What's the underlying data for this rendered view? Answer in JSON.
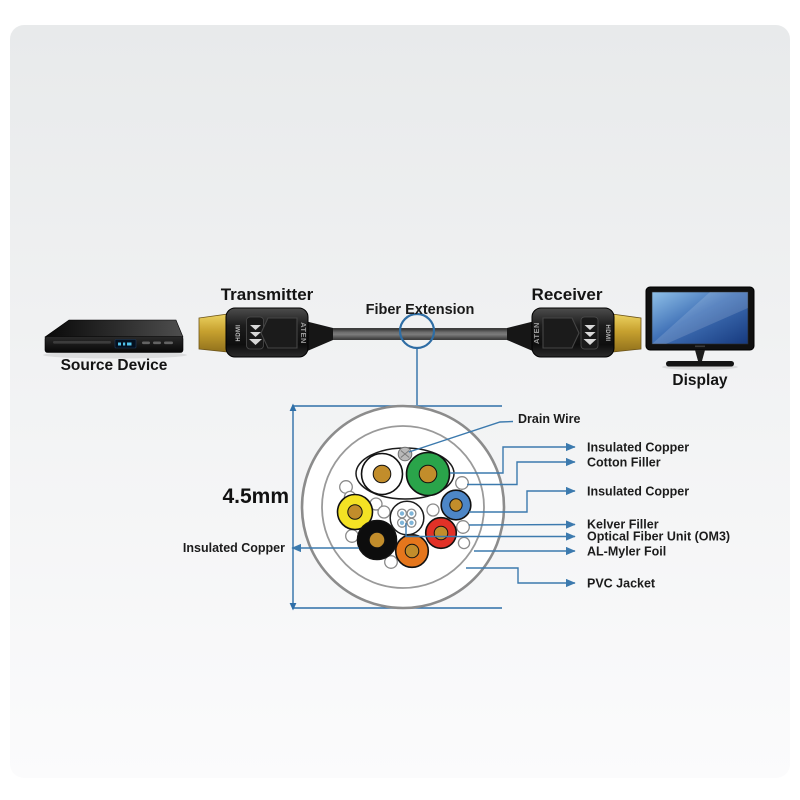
{
  "top": {
    "transmitter_label": "Transmitter",
    "receiver_label": "Receiver",
    "fiber_extension_label": "Fiber Extension",
    "source_device_label": "Source Device",
    "display_label": "Display",
    "connector_brand": "ATEN",
    "connector_port": "HDMI"
  },
  "cross_section": {
    "diameter_label": "4.5mm",
    "callouts_right": {
      "drain_wire": "Drain Wire",
      "insulated_copper_1": "Insulated Copper",
      "cotton_filler": "Cotton Filler",
      "insulated_copper_2": "Insulated Copper",
      "kelver_filler": "Kelver Filler",
      "optical_fiber_unit": "Optical Fiber Unit (OM3)",
      "al_myler_foil": "AL-Myler  Foil",
      "pvc_jacket": "PVC Jacket"
    },
    "callout_left": {
      "insulated_copper": "Insulated Copper"
    }
  },
  "colors": {
    "leader_line": "#3c7aae",
    "gold_core": "#c28d2b",
    "white_wire": "#ffffff",
    "green_wire": "#2aa44a",
    "yellow_wire": "#f4e224",
    "blue_wire": "#4d86c6",
    "red_wire": "#e23127",
    "orange_wire": "#e5761c",
    "black_wire": "#0d0d0d",
    "fiber_dot": "#7fb5d9",
    "plug_gold": "#cda633",
    "screen_blue": "#3566ae"
  }
}
